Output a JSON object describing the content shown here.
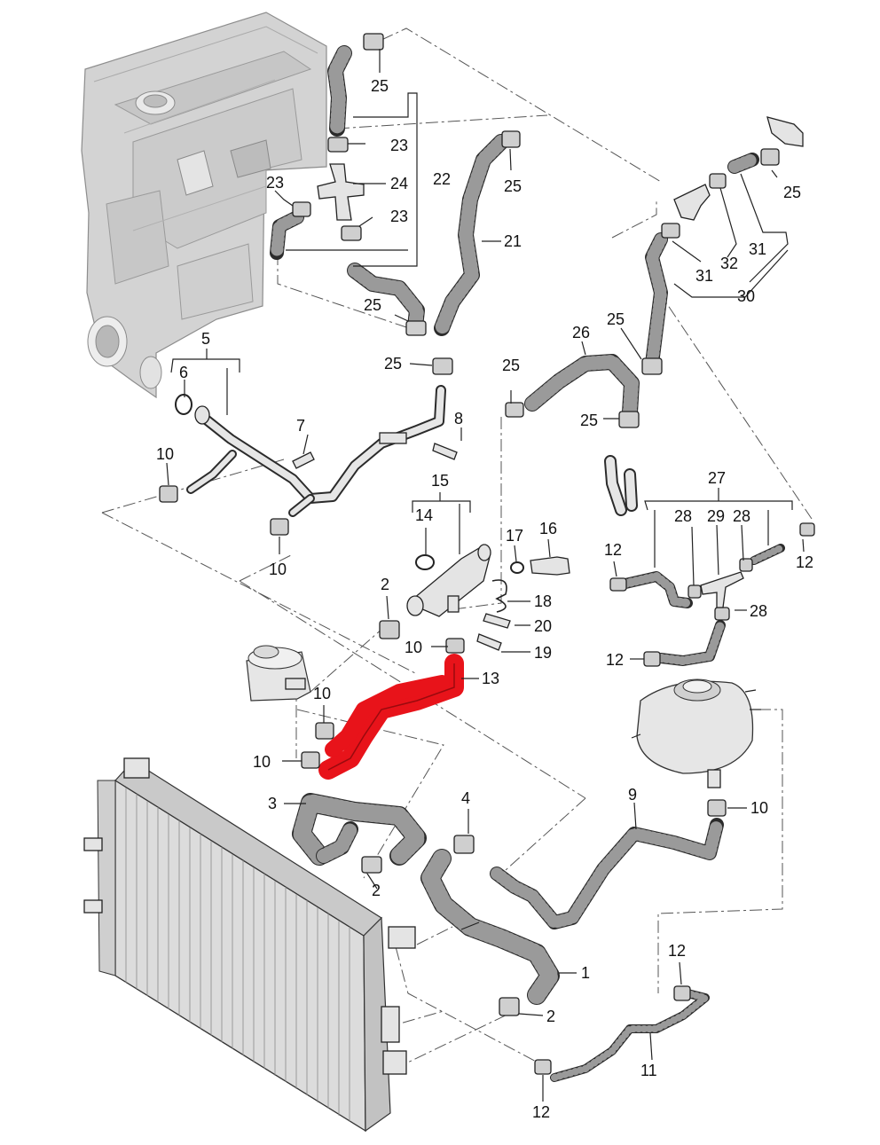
{
  "labels": {
    "l1": "1",
    "l2a": "2",
    "l2b": "2",
    "l2c": "2",
    "l3": "3",
    "l4": "4",
    "l5": "5",
    "l6": "6",
    "l7": "7",
    "l8": "8",
    "l9": "9",
    "l10a": "10",
    "l10b": "10",
    "l10c": "10",
    "l10d": "10",
    "l10e": "10",
    "l10f": "10",
    "l11": "11",
    "l12a": "12",
    "l12b": "12",
    "l12c": "12",
    "l12d": "12",
    "l12e": "12",
    "l13": "13",
    "l14": "14",
    "l15": "15",
    "l16": "16",
    "l17": "17",
    "l18": "18",
    "l19": "19",
    "l20": "20",
    "l21": "21",
    "l22": "22",
    "l23a": "23",
    "l23b": "23",
    "l23c": "23",
    "l24": "24",
    "l25a": "25",
    "l25b": "25",
    "l25c": "25",
    "l25d": "25",
    "l25e": "25",
    "l25f": "25",
    "l25g": "25",
    "l26": "26",
    "l27": "27",
    "l28a": "28",
    "l28b": "28",
    "l28c": "28",
    "l29": "29",
    "l30": "30",
    "l31a": "31",
    "l31b": "31",
    "l32": "32"
  },
  "colors": {
    "highlight": "#e8131a",
    "line": "#222222",
    "hose_fill": "#3a3a3a",
    "engine_fill": "#d6d6d6"
  }
}
